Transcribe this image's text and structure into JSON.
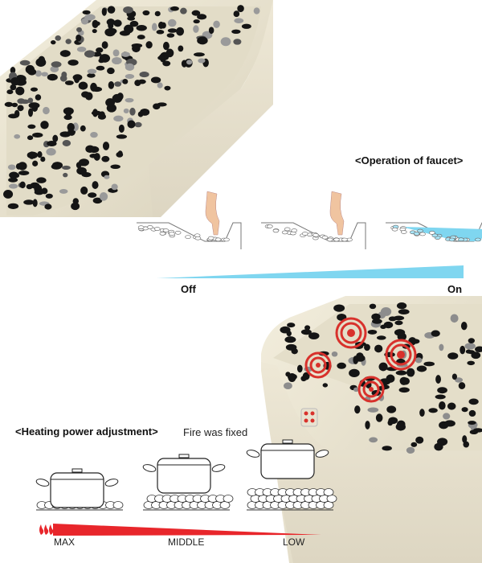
{
  "faucet": {
    "title": "<Operation of faucet>",
    "off_label": "Off",
    "on_label": "On",
    "water_color": "#7fd6f0",
    "hand_color": "#f0c4a0"
  },
  "heating": {
    "title": "<Heating power adjustment>",
    "note": "Fire was fixed",
    "levels": [
      "MAX",
      "MIDDLE",
      "LOW"
    ],
    "bar_color": "#e8262b"
  },
  "product": {
    "body_color": "#ece6d2",
    "stone_color": "#1a1a1a",
    "heater_color": "#d8312c"
  }
}
